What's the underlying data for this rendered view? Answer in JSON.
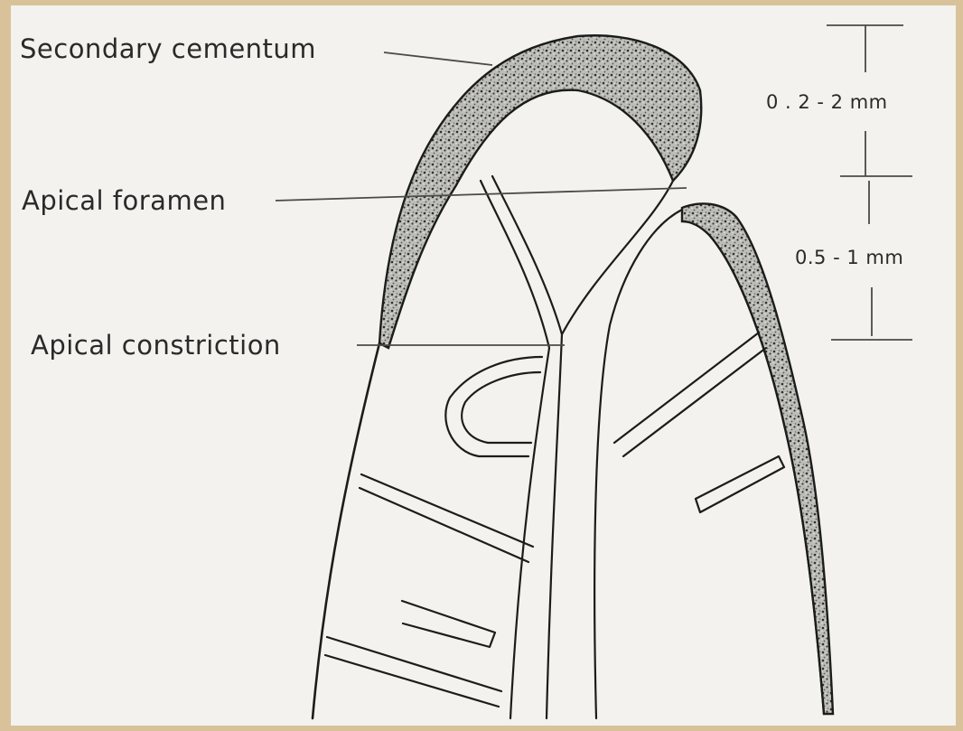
{
  "labels": {
    "secondary_cementum": "Secondary cementum",
    "apical_foramen": "Apical foramen",
    "apical_constriction": "Apical constriction"
  },
  "measurements": {
    "upper": "0 . 2 - 2 mm",
    "lower": "0.5 - 1 mm"
  },
  "colors": {
    "frame": "#d9c29a",
    "paper": "#f3f2ee",
    "ink": "#1c1c1c"
  }
}
